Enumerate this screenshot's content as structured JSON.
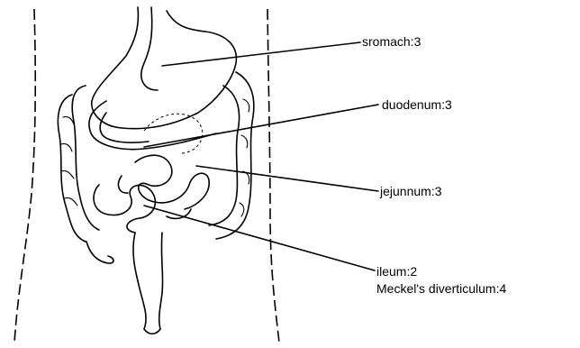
{
  "labels": {
    "stomach": "sromach:3",
    "duodenum": "duodenum:3",
    "jejunum": "jejunnum:3",
    "ileum": "ileum:2",
    "meckel": "Meckel's diverticulum:4"
  }
}
